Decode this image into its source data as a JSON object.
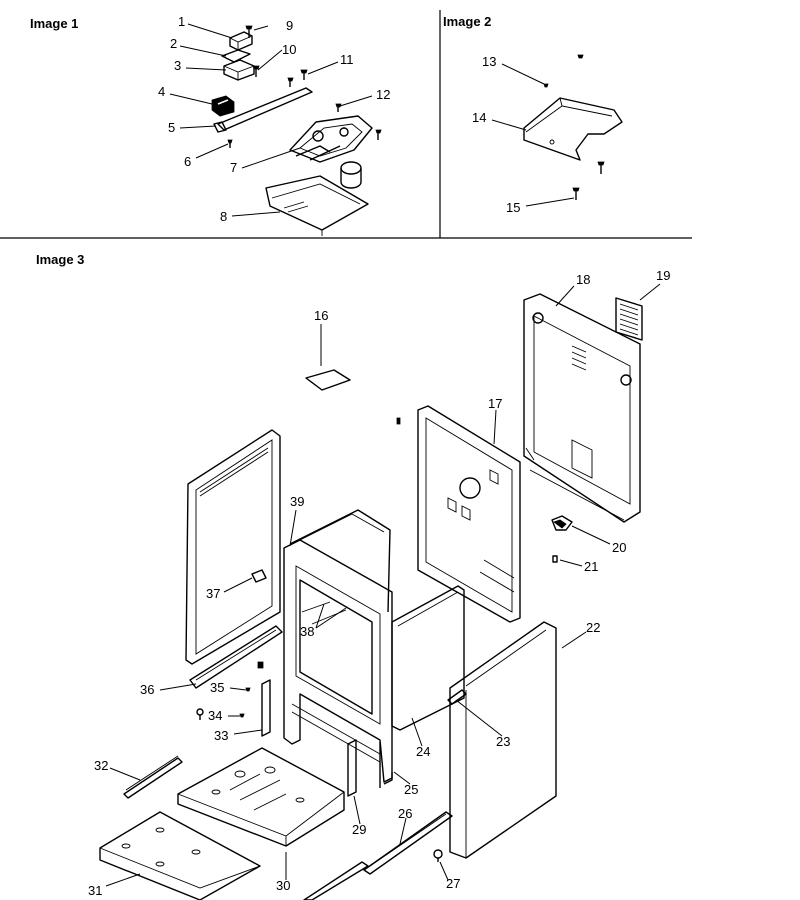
{
  "sections": [
    {
      "title": "Image 1"
    },
    {
      "title": "Image 2"
    },
    {
      "title": "Image 3"
    }
  ],
  "callouts": [
    {
      "n": "1"
    },
    {
      "n": "2"
    },
    {
      "n": "3"
    },
    {
      "n": "4"
    },
    {
      "n": "5"
    },
    {
      "n": "6"
    },
    {
      "n": "7"
    },
    {
      "n": "8"
    },
    {
      "n": "9"
    },
    {
      "n": "10"
    },
    {
      "n": "11"
    },
    {
      "n": "12"
    },
    {
      "n": "13"
    },
    {
      "n": "14"
    },
    {
      "n": "15"
    },
    {
      "n": "16"
    },
    {
      "n": "17"
    },
    {
      "n": "18"
    },
    {
      "n": "19"
    },
    {
      "n": "20"
    },
    {
      "n": "21"
    },
    {
      "n": "22"
    },
    {
      "n": "23"
    },
    {
      "n": "24"
    },
    {
      "n": "25"
    },
    {
      "n": "26"
    },
    {
      "n": "27"
    },
    {
      "n": "29"
    },
    {
      "n": "30"
    },
    {
      "n": "31"
    },
    {
      "n": "32"
    },
    {
      "n": "33"
    },
    {
      "n": "34"
    },
    {
      "n": "35"
    },
    {
      "n": "36"
    },
    {
      "n": "37"
    },
    {
      "n": "38"
    },
    {
      "n": "39"
    }
  ]
}
